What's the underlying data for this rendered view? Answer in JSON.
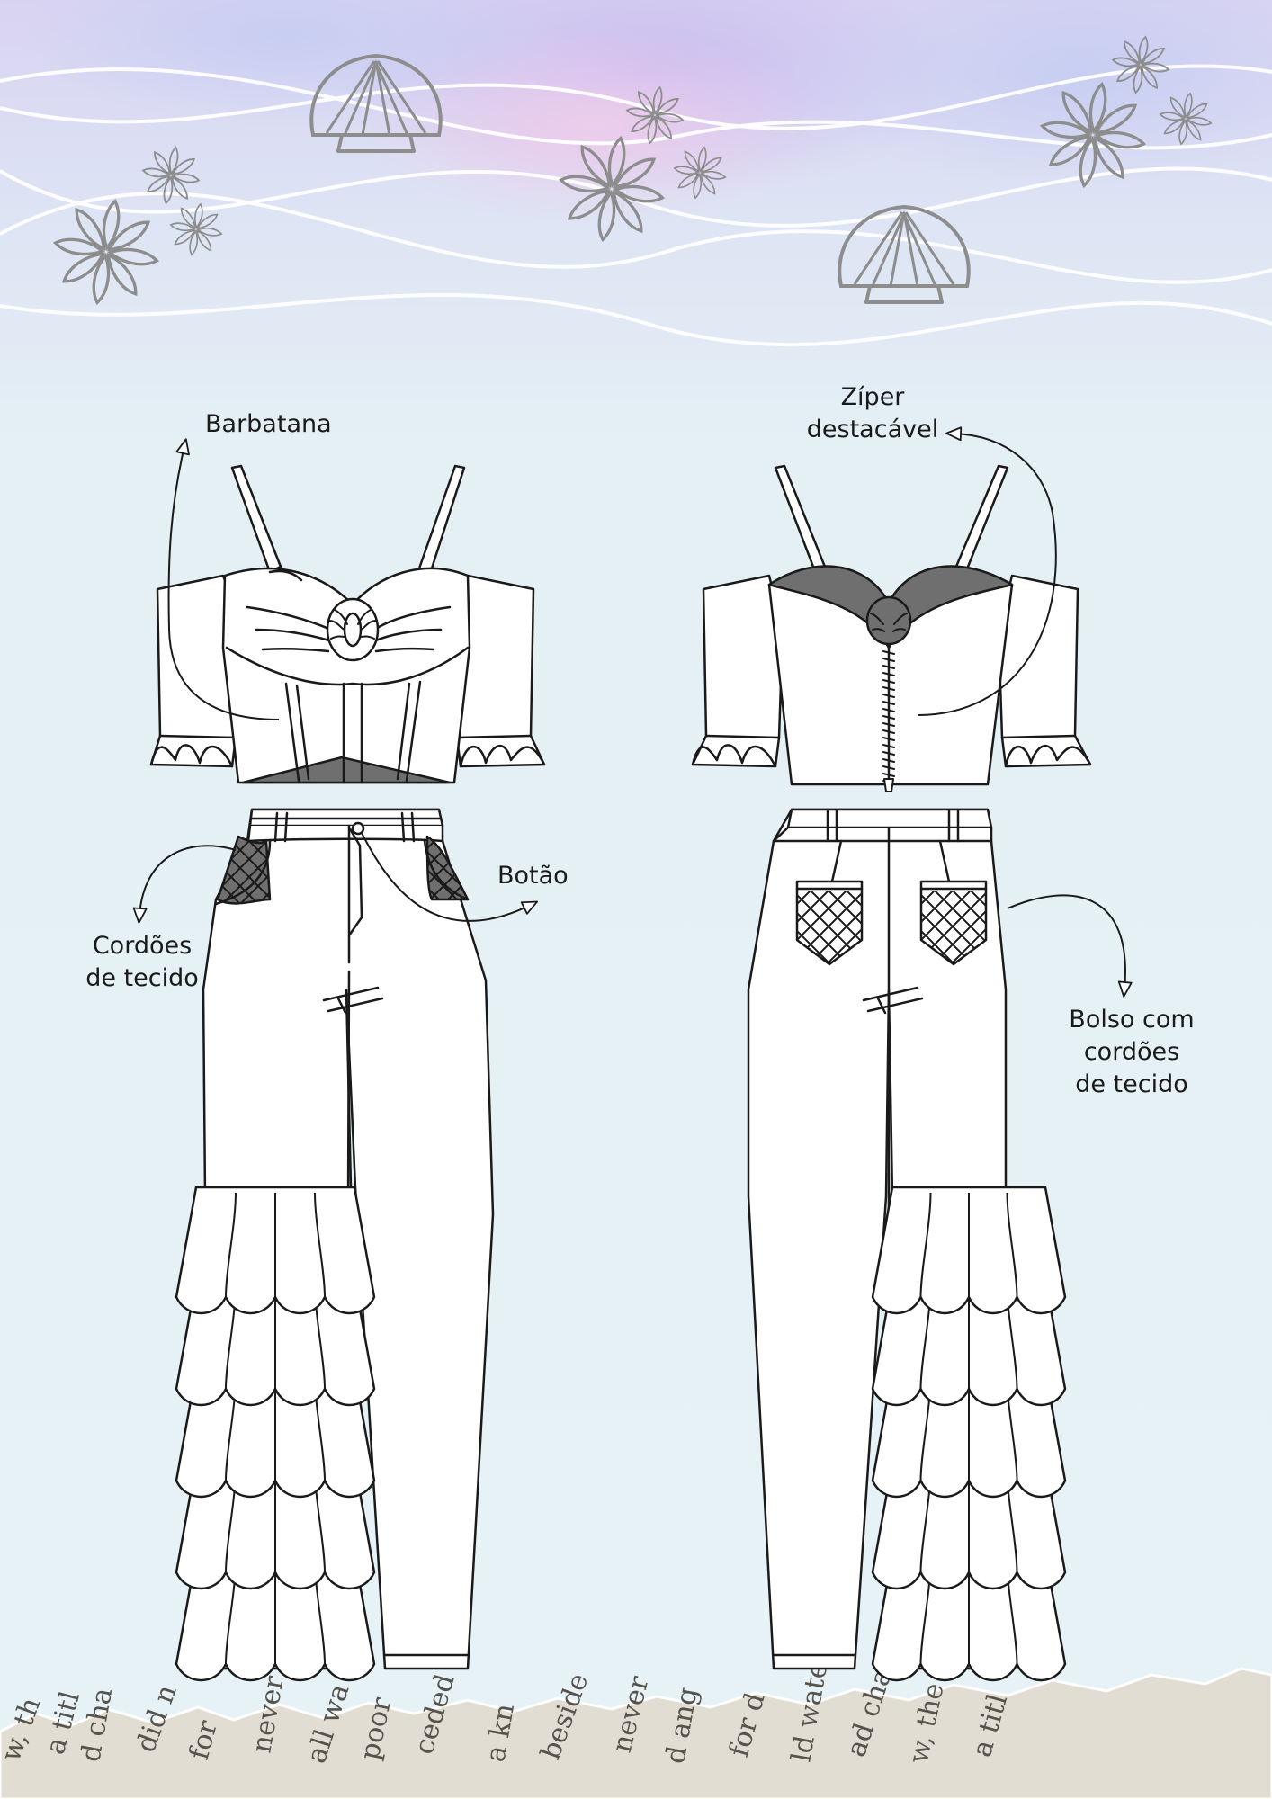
{
  "labels": {
    "barbatana": "Barbatana",
    "ziper": [
      "Zíper",
      "destacável"
    ],
    "botao": "Botão",
    "cordoes": [
      "Cordões",
      "de tecido"
    ],
    "bolso": [
      "Bolso com",
      "cordões",
      "de tecido"
    ]
  },
  "newsprint_words": [
    "w, th",
    "a titl",
    "d cha",
    "did n",
    "for",
    "never",
    "all wa",
    "poor",
    "ceded",
    "a kn",
    "beside",
    "never",
    "d ang",
    "for d",
    "ld wate",
    "ad chaff",
    "w, the",
    "a titl"
  ],
  "colors": {
    "outline": "#1a1a1a",
    "shadow": "#6f6f6f",
    "fabric": "#ffffff",
    "decor": "#8d8d8d",
    "wave": "#ffffff",
    "sky_top": "#cfc3ee",
    "sky_pink": "#e9cfec",
    "paper": "#e6f1f5",
    "newsprint": "#e2ddd2"
  }
}
